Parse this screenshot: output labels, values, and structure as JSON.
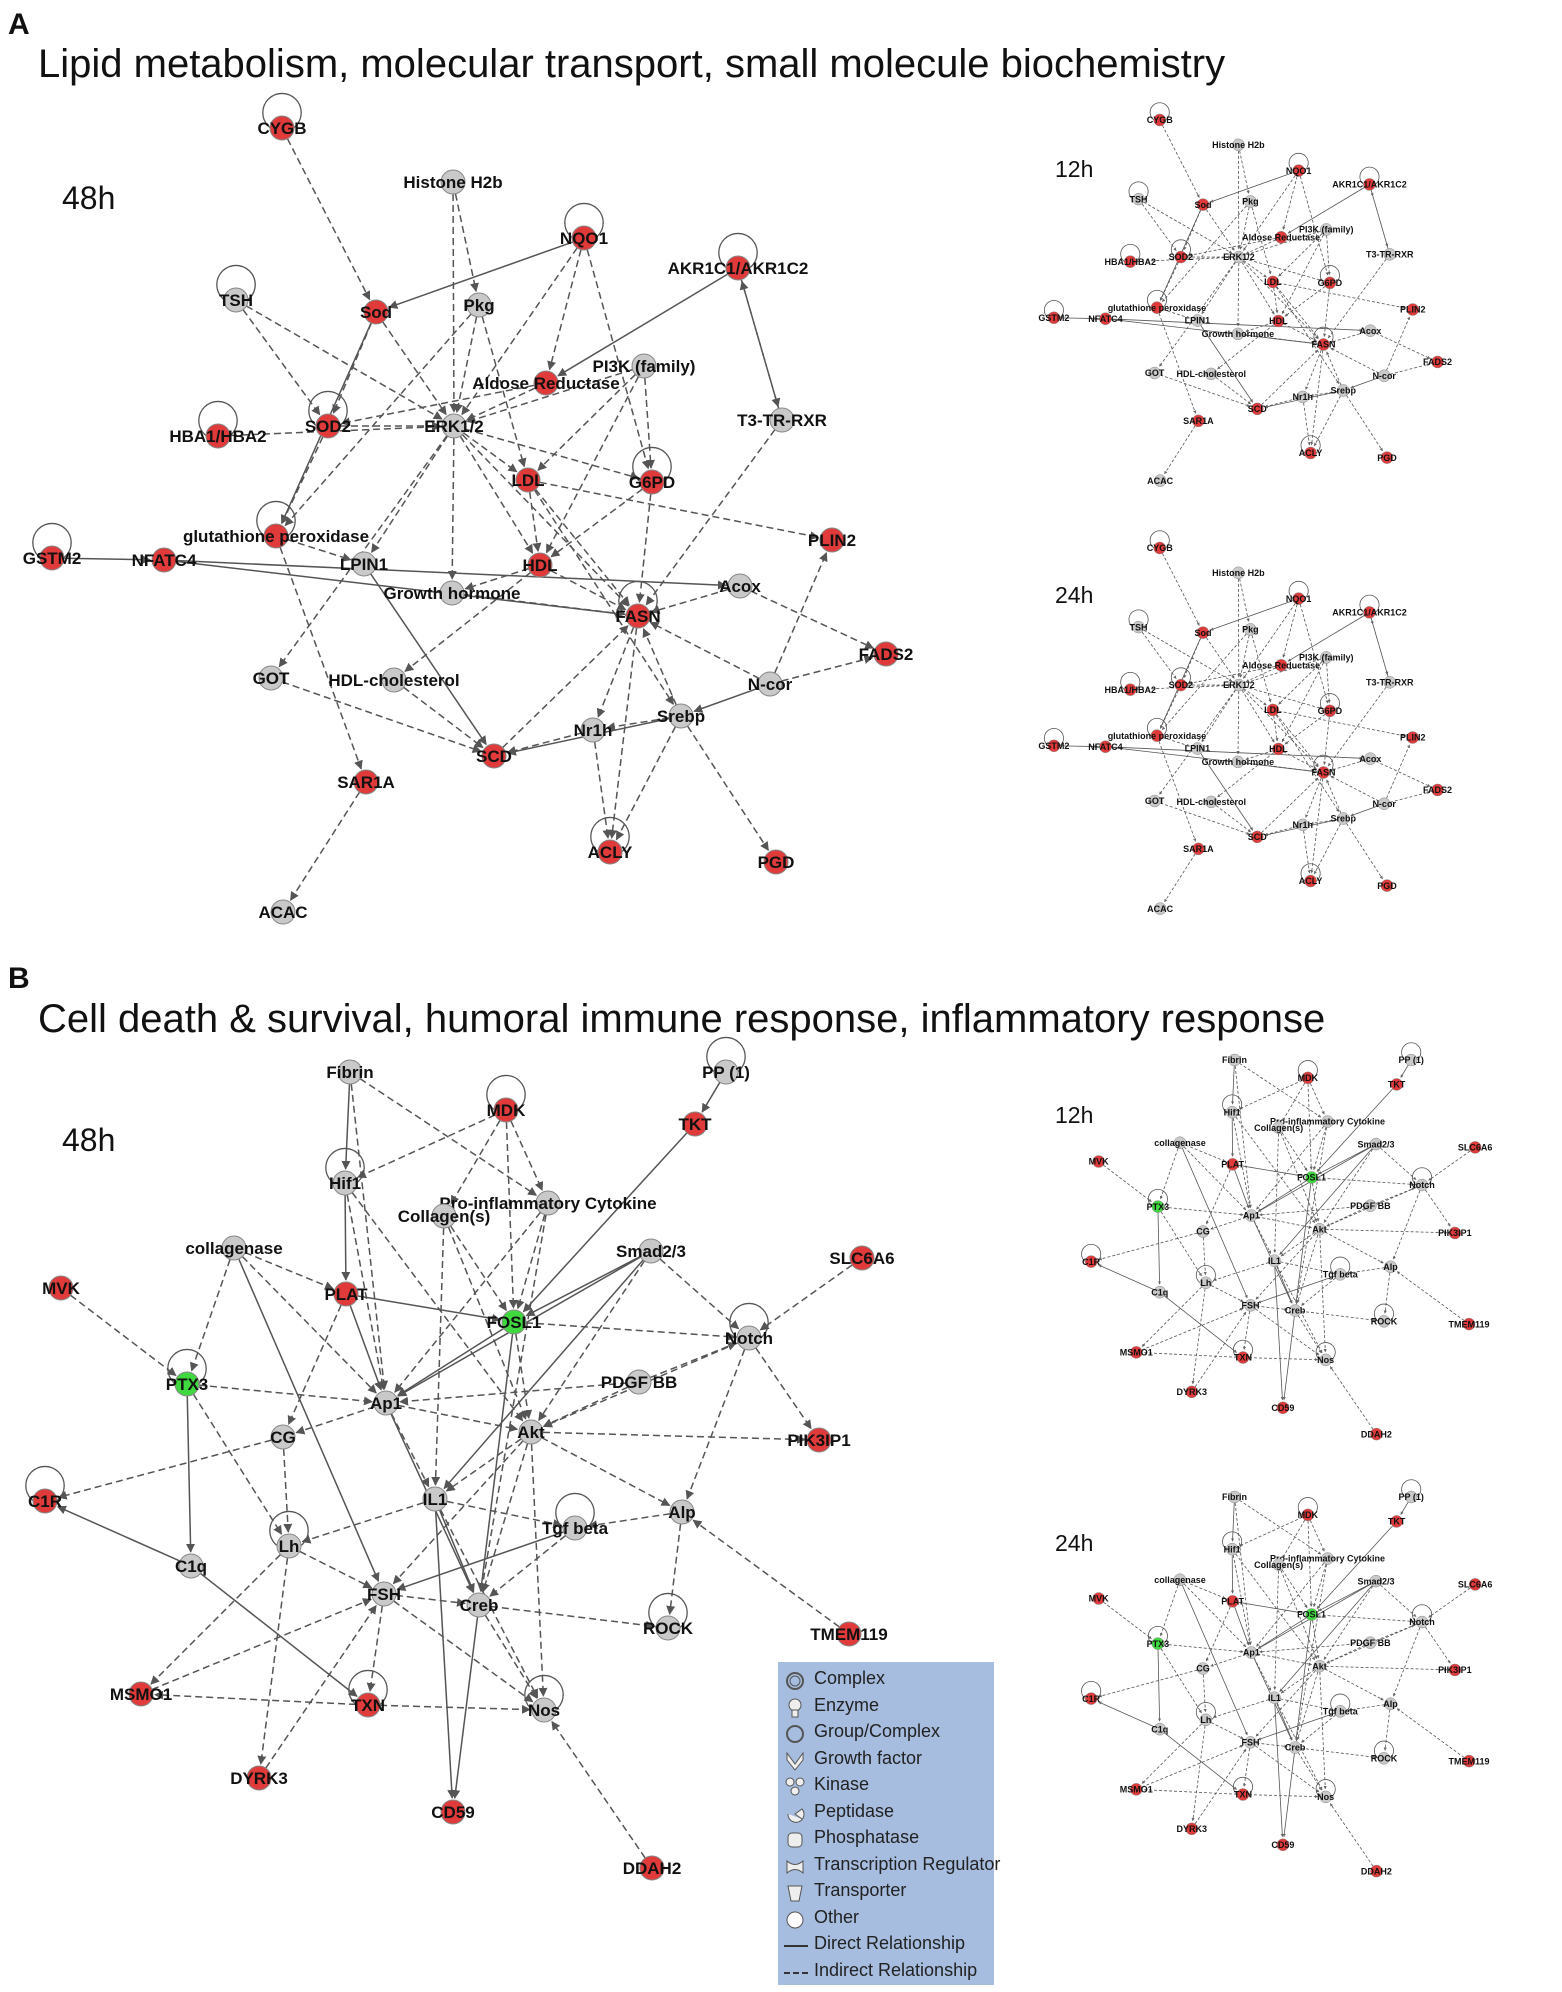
{
  "panel_a": {
    "letter": "A",
    "title": "Lipid metabolism, molecular transport, small molecule biochemistry",
    "timepoints": [
      "48h",
      "12h",
      "24h"
    ]
  },
  "panel_b": {
    "letter": "B",
    "title": "Cell death & survival, humoral immune response, inflammatory response",
    "timepoints": [
      "48h",
      "12h",
      "24h"
    ]
  },
  "colors": {
    "up": "#e03a3a",
    "down": "#3fd93f",
    "neutral": "#c9c9c9",
    "edge": "#555555",
    "legend_bg": "#a6bddf"
  },
  "network_a": {
    "nodes": [
      {
        "id": "CYGB",
        "label": "CYGB",
        "state": "up"
      },
      {
        "id": "H2B",
        "label": "Histone H2b",
        "state": "neutral"
      },
      {
        "id": "NQO1",
        "label": "NQO1",
        "state": "up"
      },
      {
        "id": "AKR",
        "label": "AKR1C1/AKR1C2",
        "state": "up"
      },
      {
        "id": "TSH",
        "label": "TSH",
        "state": "neutral"
      },
      {
        "id": "SOD",
        "label": "Sod",
        "state": "up"
      },
      {
        "id": "PKG",
        "label": "Pkg",
        "state": "neutral"
      },
      {
        "id": "PI3K",
        "label": "PI3K (family)",
        "state": "neutral"
      },
      {
        "id": "AR",
        "label": "Aldose Reductase",
        "state": "up"
      },
      {
        "id": "T3",
        "label": "T3-TR-RXR",
        "state": "neutral"
      },
      {
        "id": "SOD2",
        "label": "SOD2",
        "state": "up"
      },
      {
        "id": "HBA",
        "label": "HBA1/HBA2",
        "state": "up"
      },
      {
        "id": "ERK",
        "label": "ERK1/2",
        "state": "neutral"
      },
      {
        "id": "LDL",
        "label": "LDL",
        "state": "up"
      },
      {
        "id": "G6PD",
        "label": "G6PD",
        "state": "up"
      },
      {
        "id": "GPX",
        "label": "glutathione peroxidase",
        "state": "up"
      },
      {
        "id": "PLIN2",
        "label": "PLIN2",
        "state": "up"
      },
      {
        "id": "GSTM2",
        "label": "GSTM2",
        "state": "up"
      },
      {
        "id": "NFATC4",
        "label": "NFATC4",
        "state": "up"
      },
      {
        "id": "LPIN1",
        "label": "LPIN1",
        "state": "neutral"
      },
      {
        "id": "HDL",
        "label": "HDL",
        "state": "up"
      },
      {
        "id": "GH",
        "label": "Growth hormone",
        "state": "neutral"
      },
      {
        "id": "FASN",
        "label": "FASN",
        "state": "up"
      },
      {
        "id": "ACOX",
        "label": "Acox",
        "state": "neutral"
      },
      {
        "id": "FADS2",
        "label": "FADS2",
        "state": "up"
      },
      {
        "id": "GOT",
        "label": "GOT",
        "state": "neutral"
      },
      {
        "id": "HDLC",
        "label": "HDL-cholesterol",
        "state": "neutral"
      },
      {
        "id": "NCOR",
        "label": "N-cor",
        "state": "neutral"
      },
      {
        "id": "NR1H",
        "label": "Nr1h",
        "state": "neutral"
      },
      {
        "id": "SREBP",
        "label": "Srebp",
        "state": "neutral"
      },
      {
        "id": "SCD",
        "label": "SCD",
        "state": "up"
      },
      {
        "id": "SAR1A",
        "label": "SAR1A",
        "state": "up"
      },
      {
        "id": "ACLY",
        "label": "ACLY",
        "state": "up"
      },
      {
        "id": "PGD",
        "label": "PGD",
        "state": "up"
      },
      {
        "id": "ACAC",
        "label": "ACAC",
        "state": "neutral"
      }
    ],
    "self_loops": [
      "CYGB",
      "NQO1",
      "AKR",
      "TSH",
      "SOD2",
      "HBA",
      "G6PD",
      "GSTM2",
      "GPX",
      "FASN",
      "ACLY"
    ],
    "edges": [
      [
        "CYGB",
        "SOD",
        "d"
      ],
      [
        "H2B",
        "ERK",
        "d"
      ],
      [
        "H2B",
        "PKG",
        "d"
      ],
      [
        "NQO1",
        "SOD",
        "s"
      ],
      [
        "NQO1",
        "ERK",
        "d"
      ],
      [
        "NQO1",
        "G6PD",
        "d"
      ],
      [
        "NQO1",
        "AR",
        "d"
      ],
      [
        "AKR",
        "AR",
        "s"
      ],
      [
        "AKR",
        "T3",
        "d"
      ],
      [
        "TSH",
        "SOD2",
        "d"
      ],
      [
        "TSH",
        "ERK",
        "d"
      ],
      [
        "SOD",
        "SOD2",
        "d"
      ],
      [
        "SOD",
        "GPX",
        "s"
      ],
      [
        "SOD",
        "ERK",
        "d"
      ],
      [
        "PKG",
        "ERK",
        "d"
      ],
      [
        "PKG",
        "LDL",
        "d"
      ],
      [
        "PKG",
        "GPX",
        "d"
      ],
      [
        "PI3K",
        "ERK",
        "d"
      ],
      [
        "PI3K",
        "G6PD",
        "d"
      ],
      [
        "PI3K",
        "HDL",
        "d"
      ],
      [
        "PI3K",
        "LDL",
        "d"
      ],
      [
        "AR",
        "ERK",
        "d"
      ],
      [
        "AR",
        "SOD2",
        "d"
      ],
      [
        "T3",
        "FASN",
        "d"
      ],
      [
        "T3",
        "AKR",
        "d"
      ],
      [
        "SOD2",
        "ERK",
        "d"
      ],
      [
        "SOD2",
        "GPX",
        "d"
      ],
      [
        "HBA",
        "ERK",
        "d"
      ],
      [
        "ERK",
        "LDL",
        "d"
      ],
      [
        "ERK",
        "HDL",
        "d"
      ],
      [
        "ERK",
        "FASN",
        "d"
      ],
      [
        "ERK",
        "GOT",
        "d"
      ],
      [
        "ERK",
        "GH",
        "d"
      ],
      [
        "ERK",
        "LPIN1",
        "d"
      ],
      [
        "ERK",
        "G6PD",
        "d"
      ],
      [
        "LDL",
        "FASN",
        "d"
      ],
      [
        "LDL",
        "HDL",
        "d"
      ],
      [
        "LDL",
        "SREBP",
        "d"
      ],
      [
        "LDL",
        "PLIN2",
        "d"
      ],
      [
        "G6PD",
        "HDL",
        "d"
      ],
      [
        "G6PD",
        "FASN",
        "d"
      ],
      [
        "GPX",
        "LPIN1",
        "d"
      ],
      [
        "GPX",
        "SAR1A",
        "d"
      ],
      [
        "GSTM2",
        "NFATC4",
        "s"
      ],
      [
        "NFATC4",
        "FASN",
        "s"
      ],
      [
        "NFATC4",
        "ACOX",
        "s"
      ],
      [
        "LPIN1",
        "SCD",
        "s"
      ],
      [
        "HDL",
        "FASN",
        "d"
      ],
      [
        "HDL",
        "GH",
        "d"
      ],
      [
        "GH",
        "FASN",
        "d"
      ],
      [
        "ACOX",
        "FASN",
        "d"
      ],
      [
        "ACOX",
        "FADS2",
        "d"
      ],
      [
        "FASN",
        "NR1H",
        "d"
      ],
      [
        "FASN",
        "ACLY",
        "d"
      ],
      [
        "HDLC",
        "SCD",
        "d"
      ],
      [
        "NCOR",
        "FADS2",
        "d"
      ],
      [
        "NCOR",
        "SREBP",
        "s"
      ],
      [
        "NCOR",
        "FASN",
        "d"
      ],
      [
        "NCOR",
        "PLIN2",
        "d"
      ],
      [
        "SREBP",
        "SCD",
        "s"
      ],
      [
        "SREBP",
        "FASN",
        "d"
      ],
      [
        "SREBP",
        "ACLY",
        "d"
      ],
      [
        "SREBP",
        "PGD",
        "d"
      ],
      [
        "SREBP",
        "NR1H",
        "d"
      ],
      [
        "NR1H",
        "ACLY",
        "d"
      ],
      [
        "NR1H",
        "SCD",
        "d"
      ],
      [
        "SAR1A",
        "ACAC",
        "d"
      ],
      [
        "HDL",
        "HDLC",
        "d"
      ],
      [
        "SCD",
        "FASN",
        "d"
      ],
      [
        "GOT",
        "SCD",
        "d"
      ]
    ]
  },
  "network_b": {
    "nodes": [
      {
        "id": "FIBRIN",
        "label": "Fibrin",
        "state": "neutral"
      },
      {
        "id": "MDK",
        "label": "MDK",
        "state": "up"
      },
      {
        "id": "PP1",
        "label": "PP (1)",
        "state": "neutral"
      },
      {
        "id": "TKT",
        "label": "TKT",
        "state": "up"
      },
      {
        "id": "HIF1",
        "label": "Hif1",
        "state": "neutral"
      },
      {
        "id": "PIC",
        "label": "Pro-inflammatory Cytokine",
        "state": "neutral"
      },
      {
        "id": "COL",
        "label": "Collagen(s)",
        "state": "neutral"
      },
      {
        "id": "COLL",
        "label": "collagenase",
        "state": "neutral"
      },
      {
        "id": "SMAD",
        "label": "Smad2/3",
        "state": "neutral"
      },
      {
        "id": "SLC6A6",
        "label": "SLC6A6",
        "state": "up"
      },
      {
        "id": "MVK",
        "label": "MVK",
        "state": "up"
      },
      {
        "id": "PLAT",
        "label": "PLAT",
        "state": "up"
      },
      {
        "id": "FOSL1",
        "label": "FOSL1",
        "state": "down"
      },
      {
        "id": "NOTCH",
        "label": "Notch",
        "state": "neutral"
      },
      {
        "id": "PTX3",
        "label": "PTX3",
        "state": "down"
      },
      {
        "id": "AP1",
        "label": "Ap1",
        "state": "neutral"
      },
      {
        "id": "PDGF",
        "label": "PDGF BB",
        "state": "neutral"
      },
      {
        "id": "CG",
        "label": "CG",
        "state": "neutral"
      },
      {
        "id": "AKT",
        "label": "Akt",
        "state": "neutral"
      },
      {
        "id": "PIK3IP1",
        "label": "PIK3IP1",
        "state": "up"
      },
      {
        "id": "C1R",
        "label": "C1R",
        "state": "up"
      },
      {
        "id": "IL1",
        "label": "IL1",
        "state": "neutral"
      },
      {
        "id": "ALP",
        "label": "Alp",
        "state": "neutral"
      },
      {
        "id": "LH",
        "label": "Lh",
        "state": "neutral"
      },
      {
        "id": "TGFB",
        "label": "Tgf beta",
        "state": "neutral"
      },
      {
        "id": "C1Q",
        "label": "C1q",
        "state": "neutral"
      },
      {
        "id": "FSH",
        "label": "FSH",
        "state": "neutral"
      },
      {
        "id": "CREB",
        "label": "Creb",
        "state": "neutral"
      },
      {
        "id": "ROCK",
        "label": "ROCK",
        "state": "neutral"
      },
      {
        "id": "TMEM119",
        "label": "TMEM119",
        "state": "up"
      },
      {
        "id": "MSMO1",
        "label": "MSMO1",
        "state": "up"
      },
      {
        "id": "TXN",
        "label": "TXN",
        "state": "up"
      },
      {
        "id": "NOS",
        "label": "Nos",
        "state": "neutral"
      },
      {
        "id": "DYRK3",
        "label": "DYRK3",
        "state": "up"
      },
      {
        "id": "CD59",
        "label": "CD59",
        "state": "up"
      },
      {
        "id": "DDAH2",
        "label": "DDAH2",
        "state": "up"
      }
    ],
    "self_loops": [
      "MDK",
      "PP1",
      "HIF1",
      "PTX3",
      "NOTCH",
      "C1R",
      "LH",
      "TXN",
      "NOS",
      "ROCK",
      "TGFB"
    ],
    "edges": [
      [
        "FIBRIN",
        "HIF1",
        "s"
      ],
      [
        "FIBRIN",
        "PIC",
        "d"
      ],
      [
        "FIBRIN",
        "AP1",
        "d"
      ],
      [
        "MDK",
        "COL",
        "d"
      ],
      [
        "MDK",
        "FOSL1",
        "d"
      ],
      [
        "MDK",
        "PIC",
        "d"
      ],
      [
        "MDK",
        "HIF1",
        "d"
      ],
      [
        "PP1",
        "TKT",
        "s"
      ],
      [
        "TKT",
        "FOSL1",
        "s"
      ],
      [
        "HIF1",
        "PLAT",
        "s"
      ],
      [
        "HIF1",
        "AP1",
        "d"
      ],
      [
        "HIF1",
        "AKT",
        "d"
      ],
      [
        "PIC",
        "FOSL1",
        "d"
      ],
      [
        "PIC",
        "AP1",
        "d"
      ],
      [
        "COL",
        "FOSL1",
        "d"
      ],
      [
        "COL",
        "AKT",
        "d"
      ],
      [
        "COLL",
        "PLAT",
        "d"
      ],
      [
        "COLL",
        "PTX3",
        "d"
      ],
      [
        "COLL",
        "AP1",
        "d"
      ],
      [
        "COLL",
        "FSH",
        "s"
      ],
      [
        "SMAD",
        "FOSL1",
        "s"
      ],
      [
        "SMAD",
        "AKT",
        "d"
      ],
      [
        "SMAD",
        "NOTCH",
        "d"
      ],
      [
        "SMAD",
        "IL1",
        "s"
      ],
      [
        "SMAD",
        "AP1",
        "s"
      ],
      [
        "SLC6A6",
        "NOTCH",
        "d"
      ],
      [
        "MVK",
        "PTX3",
        "d"
      ],
      [
        "PLAT",
        "FOSL1",
        "s"
      ],
      [
        "PLAT",
        "AP1",
        "s"
      ],
      [
        "PLAT",
        "CG",
        "d"
      ],
      [
        "FOSL1",
        "AP1",
        "s"
      ],
      [
        "FOSL1",
        "AKT",
        "d"
      ],
      [
        "FOSL1",
        "NOTCH",
        "d"
      ],
      [
        "FOSL1",
        "CREB",
        "s"
      ],
      [
        "NOTCH",
        "PIK3IP1",
        "d"
      ],
      [
        "NOTCH",
        "AKT",
        "d"
      ],
      [
        "NOTCH",
        "ALP",
        "d"
      ],
      [
        "PTX3",
        "C1Q",
        "s"
      ],
      [
        "PTX3",
        "AP1",
        "d"
      ],
      [
        "PTX3",
        "LH",
        "d"
      ],
      [
        "AP1",
        "AKT",
        "d"
      ],
      [
        "AP1",
        "CG",
        "d"
      ],
      [
        "AP1",
        "IL1",
        "d"
      ],
      [
        "AP1",
        "CREB",
        "s"
      ],
      [
        "PDGF",
        "AKT",
        "d"
      ],
      [
        "PDGF",
        "AP1",
        "d"
      ],
      [
        "PDGF",
        "NOTCH",
        "d"
      ],
      [
        "CG",
        "C1R",
        "d"
      ],
      [
        "CG",
        "LH",
        "d"
      ],
      [
        "AKT",
        "PIK3IP1",
        "d"
      ],
      [
        "AKT",
        "IL1",
        "d"
      ],
      [
        "AKT",
        "ALP",
        "d"
      ],
      [
        "AKT",
        "CREB",
        "d"
      ],
      [
        "AKT",
        "FSH",
        "d"
      ],
      [
        "AKT",
        "NOS",
        "d"
      ],
      [
        "IL1",
        "CREB",
        "s"
      ],
      [
        "IL1",
        "LH",
        "d"
      ],
      [
        "IL1",
        "TGFB",
        "d"
      ],
      [
        "IL1",
        "CD59",
        "s"
      ],
      [
        "IL1",
        "NOS",
        "d"
      ],
      [
        "ALP",
        "TGFB",
        "d"
      ],
      [
        "ALP",
        "ROCK",
        "d"
      ],
      [
        "TMEM119",
        "ALP",
        "d"
      ],
      [
        "LH",
        "FSH",
        "d"
      ],
      [
        "LH",
        "MSMO1",
        "d"
      ],
      [
        "LH",
        "DYRK3",
        "d"
      ],
      [
        "C1Q",
        "C1R",
        "s"
      ],
      [
        "C1Q",
        "TXN",
        "s"
      ],
      [
        "TGFB",
        "CREB",
        "d"
      ],
      [
        "TGFB",
        "FSH",
        "s"
      ],
      [
        "FSH",
        "CREB",
        "d"
      ],
      [
        "FSH",
        "TXN",
        "d"
      ],
      [
        "FSH",
        "NOS",
        "d"
      ],
      [
        "CREB",
        "CD59",
        "s"
      ],
      [
        "CREB",
        "NOS",
        "d"
      ],
      [
        "CREB",
        "ROCK",
        "d"
      ],
      [
        "TXN",
        "NOS",
        "d"
      ],
      [
        "TXN",
        "MSMO1",
        "d"
      ],
      [
        "DDAH2",
        "NOS",
        "d"
      ],
      [
        "PIC",
        "CREB",
        "d"
      ],
      [
        "COL",
        "IL1",
        "d"
      ],
      [
        "MSMO1",
        "FSH",
        "d"
      ],
      [
        "DYRK3",
        "FSH",
        "d"
      ]
    ]
  },
  "legend": {
    "items": [
      {
        "icon": "complex-icon",
        "label": "Complex"
      },
      {
        "icon": "enzyme-icon",
        "label": "Enzyme"
      },
      {
        "icon": "group-complex-icon",
        "label": "Group/Complex"
      },
      {
        "icon": "growth-factor-icon",
        "label": "Growth factor"
      },
      {
        "icon": "kinase-icon",
        "label": "Kinase"
      },
      {
        "icon": "peptidase-icon",
        "label": "Peptidase"
      },
      {
        "icon": "phosphatase-icon",
        "label": "Phosphatase"
      },
      {
        "icon": "transcription-regulator-icon",
        "label": "Transcription Regulator"
      },
      {
        "icon": "transporter-icon",
        "label": "Transporter"
      },
      {
        "icon": "other-icon",
        "label": "Other"
      },
      {
        "icon": "direct-relationship-line-icon",
        "label": "Direct Relationship"
      },
      {
        "icon": "indirect-relationship-line-icon",
        "label": "Indirect Relationship"
      }
    ]
  }
}
